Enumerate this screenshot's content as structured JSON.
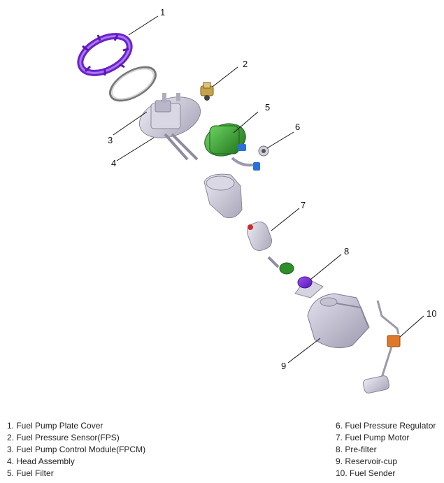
{
  "callouts": [
    "1",
    "2",
    "3",
    "4",
    "5",
    "6",
    "7",
    "8",
    "9",
    "10"
  ],
  "legend_left": [
    "1. Fuel Pump Plate Cover",
    "2. Fuel Pressure Sensor(FPS)",
    "3. Fuel Pump Control Module(FPCM)",
    "4. Head Assembly",
    "5. Fuel Filter"
  ],
  "legend_right": [
    "6. Fuel Pressure Regulator",
    "7. Fuel Pump Motor",
    "8. Pre-filter",
    "9. Reservoir-cup",
    "10. Fuel Sender"
  ],
  "colors": {
    "plate_cover": "#7a2fd6",
    "fuel_filter": "#3ea83a",
    "prefilter_green": "#2f8f2a",
    "blue_fitting": "#2b6fd8",
    "metal": "#c9c7d6",
    "sender_orange": "#e0782a"
  }
}
